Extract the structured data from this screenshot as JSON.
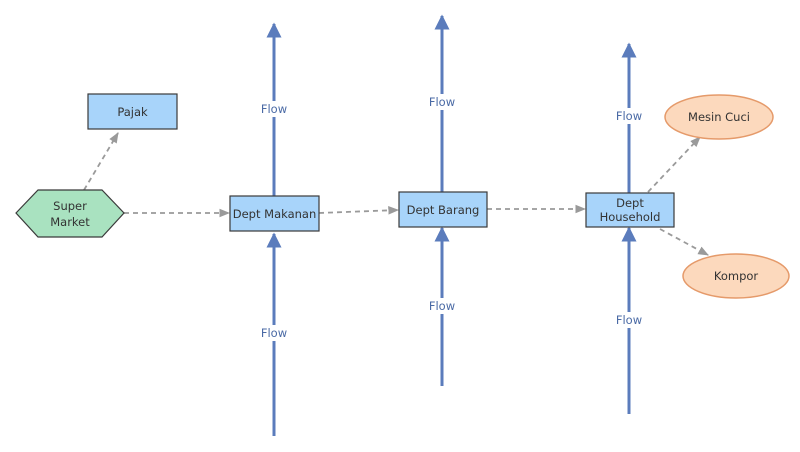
{
  "diagram": {
    "nodes": {
      "pajak": {
        "label": "Pajak"
      },
      "supermarket": {
        "line1": "Super",
        "line2": "Market"
      },
      "dept_makanan": {
        "label": "Dept Makanan"
      },
      "dept_barang": {
        "label": "Dept Barang"
      },
      "dept_household": {
        "line1": "Dept",
        "line2": "Household"
      },
      "mesin_cuci": {
        "label": "Mesin Cuci"
      },
      "kompor": {
        "label": "Kompor"
      }
    },
    "flow_labels": {
      "makanan_top": "Flow",
      "makanan_bottom": "Flow",
      "barang_top": "Flow",
      "barang_bottom": "Flow",
      "household_top": "Flow",
      "household_bottom": "Flow"
    },
    "colors": {
      "box_fill": "#a8d4fa",
      "hex_fill": "#a9e2c0",
      "ellipse_fill": "#fcd9bd",
      "ellipse_stroke": "#e59a6a",
      "flow_arrow": "#5b7cbc",
      "dashed_connector": "#9a9a9a"
    }
  }
}
